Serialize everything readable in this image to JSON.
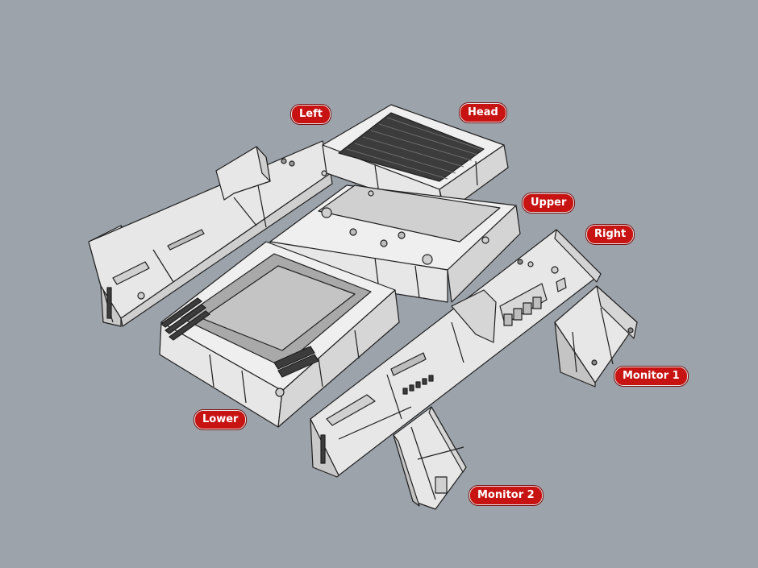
{
  "viewport": {
    "background_color": "#9ca3aa",
    "part_fill": "#e7e7e7",
    "part_top_fill": "#efefef",
    "part_shadow_fill": "#b9b9b9",
    "dark_fill": "#3c3c3c",
    "edge_color": "#202020",
    "label_color": "#c81313"
  },
  "labels": {
    "left": "Left",
    "head": "Head",
    "upper": "Upper",
    "right": "Right",
    "monitor1": "Monitor 1",
    "lower": "Lower",
    "monitor2": "Monitor 2"
  }
}
